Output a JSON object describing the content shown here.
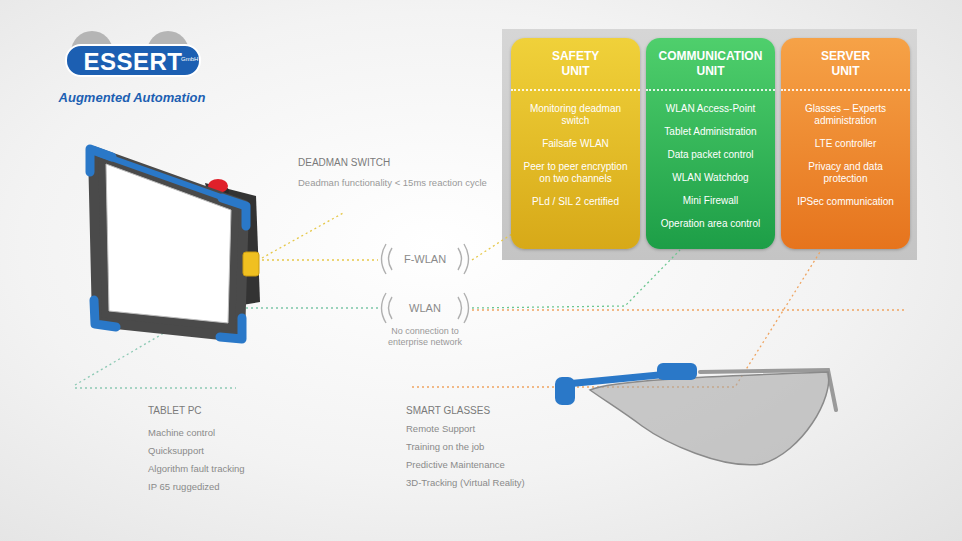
{
  "diagram": {
    "nodes": [
      {
        "text": [
          "SAFETY UNIT",
          "Monitoring deadman switch",
          "Failsafe WLAN",
          "Peer to peer encryption on two channels",
          "PLd / SIL 2 certified"
        ]
      },
      {
        "text": [
          "COMMUNICATION UNIT",
          "WLAN Access-Point",
          "Tablet Administration",
          "Data packet control",
          "WLAN Watchdog",
          "Mini Firewall",
          "Operation area control"
        ]
      },
      {
        "text": [
          "SERVER UNIT",
          "Glasses – Experts administration",
          "LTE controller",
          "Privacy and data protection",
          "IPSec communication"
        ]
      }
    ],
    "labels": [
      "ESSERT",
      "GmbH",
      "Augmented Automation",
      "DEADMAN SWITCH",
      "Deadman functionality < 15ms reaction cycle",
      "F-WLAN",
      "WLAN",
      "No connection to enterprise network",
      "TABLET PC",
      "Machine control",
      "Quicksupport",
      "Algorithm fault tracking",
      "IP 65 ruggedized",
      "SMART GLASSES",
      "Remote Support",
      "Training on the job",
      "Predictive Maintenance",
      "3D-Tracking (Virtual Reality)"
    ]
  }
}
